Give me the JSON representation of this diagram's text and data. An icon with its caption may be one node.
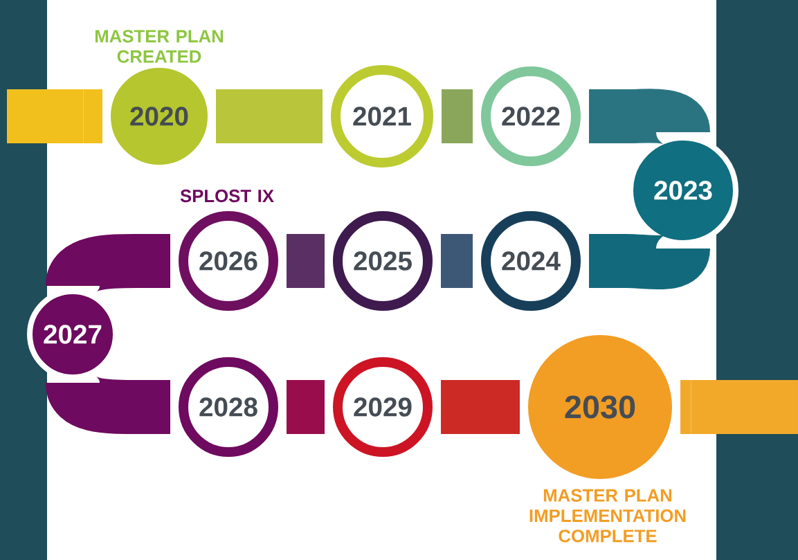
{
  "diagram": {
    "nodes": [
      {
        "text": [
          "2020"
        ],
        "beside": [
          "MASTER PLAN CREATED"
        ]
      },
      {
        "text": [
          "2021"
        ]
      },
      {
        "text": [
          "2022"
        ]
      },
      {
        "text": [
          "2023"
        ]
      },
      {
        "text": [
          "2024"
        ]
      },
      {
        "text": [
          "2025"
        ]
      },
      {
        "text": [
          "2026"
        ],
        "beside": [
          "SPLOST IX"
        ]
      },
      {
        "text": [
          "2027"
        ]
      },
      {
        "text": [
          "2028"
        ]
      },
      {
        "text": [
          "2029"
        ]
      },
      {
        "text": [
          "2030"
        ],
        "beside": [
          "MASTER PLAN IMPLEMENTATION COMPLETE"
        ]
      },
      {
        "text": [],
        "shape": "bar"
      },
      {
        "text": [],
        "shape": "bar"
      }
    ],
    "edges": [
      {
        "from": 11,
        "to": 0,
        "arrow": "none",
        "color": "#f2c01c"
      },
      {
        "from": 0,
        "to": 1,
        "arrow": "none",
        "color": "#b9c53a"
      },
      {
        "from": 1,
        "to": 2,
        "arrow": "none",
        "color": "#8aa65a"
      },
      {
        "from": 2,
        "to": 3,
        "arrow": "none",
        "color": "#2a7482"
      },
      {
        "from": 3,
        "to": 4,
        "arrow": "none",
        "color": "#13697c"
      },
      {
        "from": 4,
        "to": 5,
        "arrow": "none",
        "color": "#3d5877"
      },
      {
        "from": 5,
        "to": 6,
        "arrow": "none",
        "color": "#5a2f64"
      },
      {
        "from": 6,
        "to": 7,
        "arrow": "none",
        "color": "#6e0a5f"
      },
      {
        "from": 7,
        "to": 8,
        "arrow": "none",
        "color": "#6e0a5f"
      },
      {
        "from": 8,
        "to": 9,
        "arrow": "none",
        "color": "#9a0d4c"
      },
      {
        "from": 9,
        "to": 10,
        "arrow": "none",
        "color": "#cc2a25"
      },
      {
        "from": 10,
        "to": 12,
        "arrow": "none",
        "color": "#f2a92a"
      }
    ]
  }
}
